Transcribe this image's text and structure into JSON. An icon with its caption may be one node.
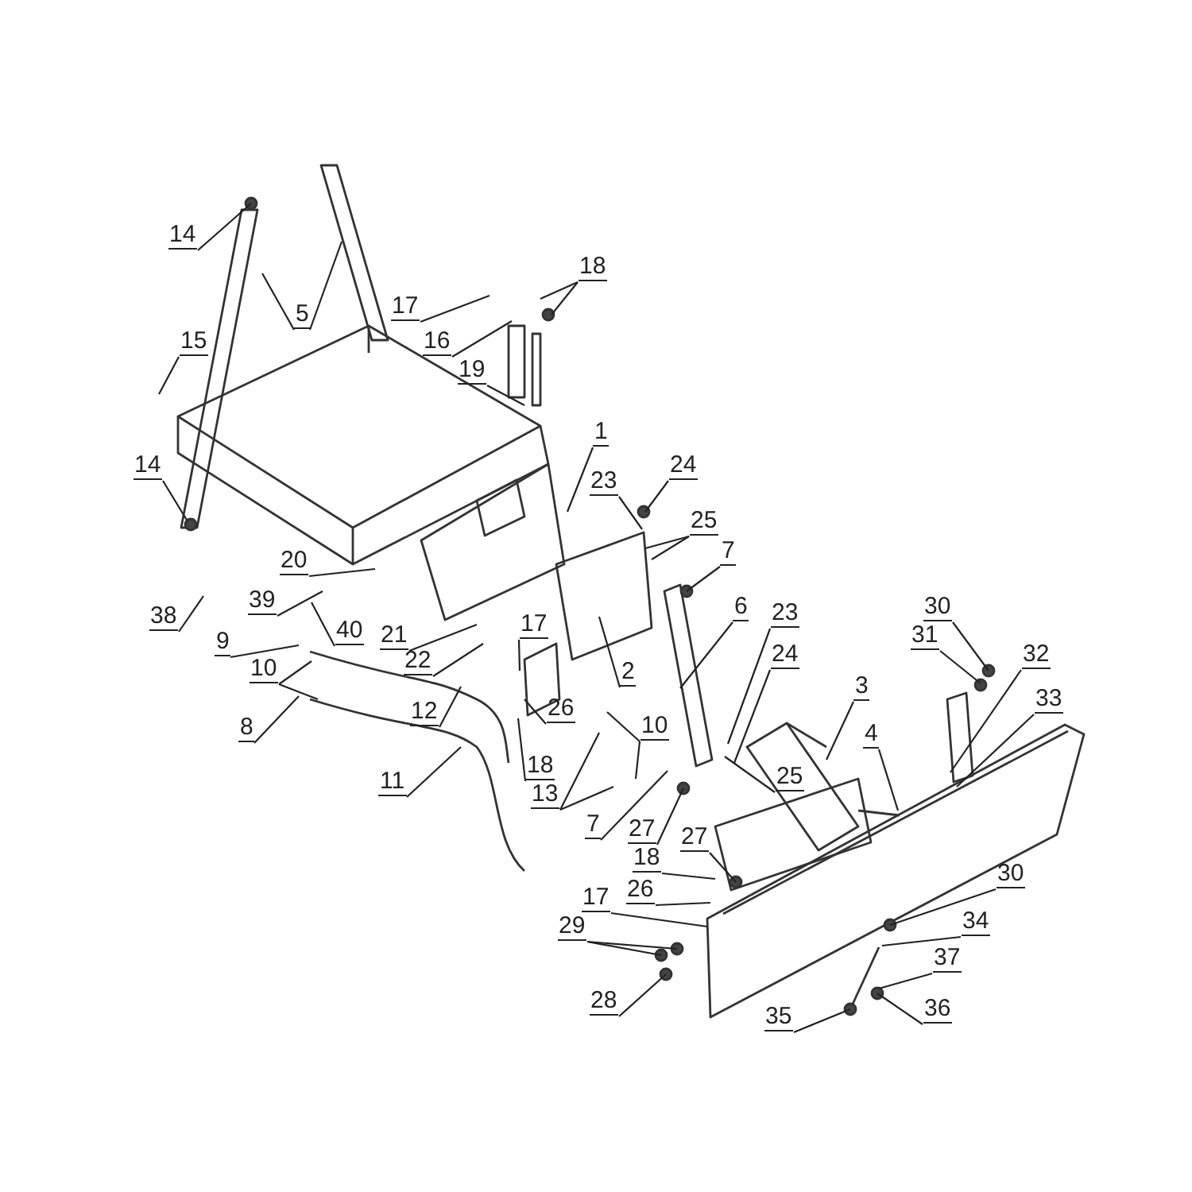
{
  "diagram": {
    "nodes": [
      {
        "text": [
          "14"
        ]
      },
      {
        "text": [
          "5"
        ]
      },
      {
        "text": [
          "18"
        ]
      },
      {
        "text": [
          "17"
        ]
      },
      {
        "text": [
          "16"
        ]
      },
      {
        "text": [
          "15"
        ]
      },
      {
        "text": [
          "19"
        ]
      },
      {
        "text": [
          "1"
        ]
      },
      {
        "text": [
          "14"
        ]
      },
      {
        "text": [
          "24"
        ]
      },
      {
        "text": [
          "23"
        ]
      },
      {
        "text": [
          "25"
        ]
      },
      {
        "text": [
          "7"
        ]
      },
      {
        "text": [
          "20"
        ]
      },
      {
        "text": [
          "39"
        ]
      },
      {
        "text": [
          "6"
        ]
      },
      {
        "text": [
          "30"
        ]
      },
      {
        "text": [
          "23"
        ]
      },
      {
        "text": [
          "38"
        ]
      },
      {
        "text": [
          "40"
        ]
      },
      {
        "text": [
          "21"
        ]
      },
      {
        "text": [
          "31"
        ]
      },
      {
        "text": [
          "9"
        ]
      },
      {
        "text": [
          "2"
        ]
      },
      {
        "text": [
          "24"
        ]
      },
      {
        "text": [
          "32"
        ]
      },
      {
        "text": [
          "10"
        ]
      },
      {
        "text": [
          "22"
        ]
      },
      {
        "text": [
          "17"
        ]
      },
      {
        "text": [
          "3"
        ]
      },
      {
        "text": [
          "33"
        ]
      },
      {
        "text": [
          "26"
        ]
      },
      {
        "text": [
          "12"
        ]
      },
      {
        "text": [
          "8"
        ]
      },
      {
        "text": [
          "10"
        ]
      },
      {
        "text": [
          "4"
        ]
      },
      {
        "text": [
          "18"
        ]
      },
      {
        "text": [
          "25"
        ]
      },
      {
        "text": [
          "11"
        ]
      },
      {
        "text": [
          "13"
        ]
      },
      {
        "text": [
          "7"
        ]
      },
      {
        "text": [
          "27"
        ]
      },
      {
        "text": [
          "27"
        ]
      },
      {
        "text": [
          "18"
        ]
      },
      {
        "text": [
          "30"
        ]
      },
      {
        "text": [
          "26"
        ]
      },
      {
        "text": [
          "17"
        ]
      },
      {
        "text": [
          "34"
        ]
      },
      {
        "text": [
          "29"
        ]
      },
      {
        "text": [
          "37"
        ]
      },
      {
        "text": [
          "28"
        ]
      },
      {
        "text": [
          "36"
        ]
      },
      {
        "text": [
          "35"
        ]
      }
    ],
    "edges": [
      {
        "from": 0,
        "to": null,
        "arrow": "none"
      },
      {
        "from": 1,
        "to": null,
        "arrow": "none"
      },
      {
        "from": 1,
        "to": null,
        "arrow": "none"
      },
      {
        "from": 2,
        "to": null,
        "arrow": "none"
      },
      {
        "from": 2,
        "to": null,
        "arrow": "none"
      },
      {
        "from": 3,
        "to": null,
        "arrow": "none"
      },
      {
        "from": 4,
        "to": null,
        "arrow": "none"
      },
      {
        "from": 5,
        "to": null,
        "arrow": "none"
      },
      {
        "from": 6,
        "to": null,
        "arrow": "none"
      },
      {
        "from": 7,
        "to": null,
        "arrow": "none"
      },
      {
        "from": 8,
        "to": null,
        "arrow": "none"
      },
      {
        "from": 9,
        "to": null,
        "arrow": "none"
      },
      {
        "from": 10,
        "to": null,
        "arrow": "none"
      },
      {
        "from": 11,
        "to": null,
        "arrow": "none"
      },
      {
        "from": 11,
        "to": null,
        "arrow": "none"
      },
      {
        "from": 12,
        "to": null,
        "arrow": "none"
      },
      {
        "from": 13,
        "to": null,
        "arrow": "none"
      },
      {
        "from": 14,
        "to": null,
        "arrow": "none"
      },
      {
        "from": 15,
        "to": null,
        "arrow": "none"
      },
      {
        "from": 16,
        "to": null,
        "arrow": "none"
      },
      {
        "from": 17,
        "to": null,
        "arrow": "none"
      },
      {
        "from": 18,
        "to": null,
        "arrow": "none"
      },
      {
        "from": 19,
        "to": null,
        "arrow": "none"
      },
      {
        "from": 20,
        "to": null,
        "arrow": "none"
      },
      {
        "from": 21,
        "to": null,
        "arrow": "none"
      },
      {
        "from": 22,
        "to": null,
        "arrow": "none"
      },
      {
        "from": 23,
        "to": null,
        "arrow": "none"
      },
      {
        "from": 24,
        "to": null,
        "arrow": "none"
      },
      {
        "from": 25,
        "to": null,
        "arrow": "none"
      },
      {
        "from": 26,
        "to": null,
        "arrow": "none"
      },
      {
        "from": 26,
        "to": null,
        "arrow": "none"
      },
      {
        "from": 27,
        "to": null,
        "arrow": "none"
      },
      {
        "from": 28,
        "to": null,
        "arrow": "none"
      },
      {
        "from": 29,
        "to": null,
        "arrow": "none"
      },
      {
        "from": 30,
        "to": null,
        "arrow": "none"
      },
      {
        "from": 31,
        "to": null,
        "arrow": "none"
      },
      {
        "from": 32,
        "to": null,
        "arrow": "none"
      },
      {
        "from": 33,
        "to": null,
        "arrow": "none"
      },
      {
        "from": 34,
        "to": null,
        "arrow": "none"
      },
      {
        "from": 34,
        "to": null,
        "arrow": "none"
      },
      {
        "from": 35,
        "to": null,
        "arrow": "none"
      },
      {
        "from": 36,
        "to": null,
        "arrow": "none"
      },
      {
        "from": 37,
        "to": null,
        "arrow": "none"
      },
      {
        "from": 38,
        "to": null,
        "arrow": "none"
      },
      {
        "from": 39,
        "to": null,
        "arrow": "none"
      },
      {
        "from": 39,
        "to": null,
        "arrow": "none"
      },
      {
        "from": 40,
        "to": null,
        "arrow": "none"
      },
      {
        "from": 41,
        "to": null,
        "arrow": "none"
      },
      {
        "from": 42,
        "to": null,
        "arrow": "none"
      },
      {
        "from": 43,
        "to": null,
        "arrow": "none"
      },
      {
        "from": 44,
        "to": null,
        "arrow": "none"
      },
      {
        "from": 45,
        "to": null,
        "arrow": "none"
      },
      {
        "from": 46,
        "to": null,
        "arrow": "none"
      },
      {
        "from": 47,
        "to": null,
        "arrow": "none"
      },
      {
        "from": 48,
        "to": null,
        "arrow": "none"
      },
      {
        "from": 48,
        "to": null,
        "arrow": "none"
      },
      {
        "from": 49,
        "to": null,
        "arrow": "none"
      },
      {
        "from": 50,
        "to": null,
        "arrow": "none"
      },
      {
        "from": 51,
        "to": null,
        "arrow": "none"
      },
      {
        "from": 52,
        "to": null,
        "arrow": "none"
      }
    ]
  }
}
